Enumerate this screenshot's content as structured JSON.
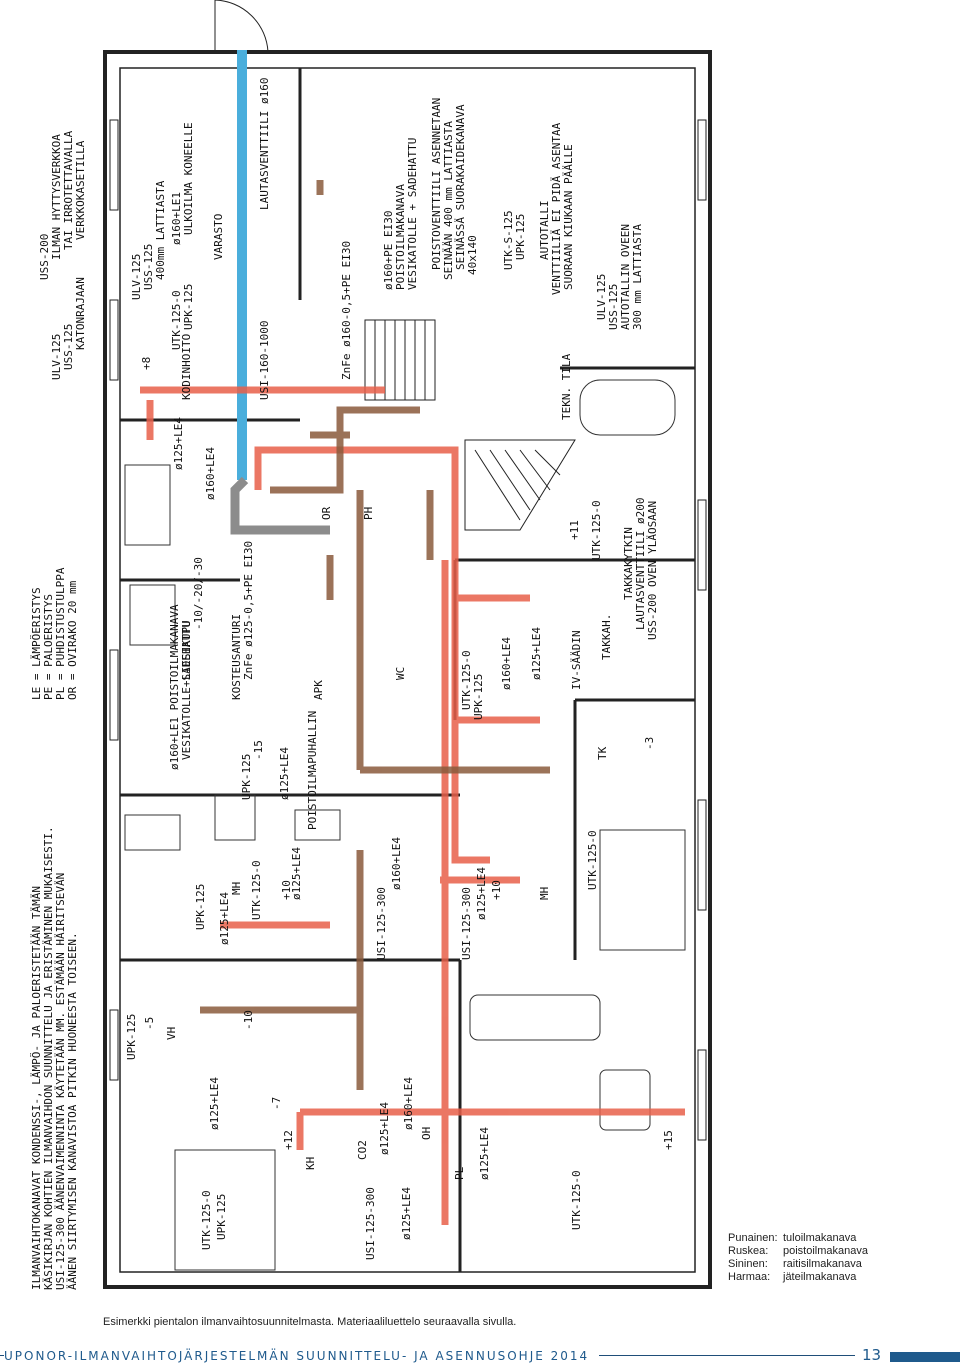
{
  "plan": {
    "notes_left": [
      "ILMANVAIHTOKANAVAT KONDENSSI-, LÄMPÖ- JA PALOERISTETÄÄN TÄMÄN",
      "KÄSIKIRJAN KOHTIEN ILMANVAIHDON SUUNNITTELU JA ERISTÄMINEN MUKAISESTI.",
      "USI-125-300 ÄÄNENVAIMENNINTA KÄYTETÄÄN MM. ESTÄMÄÄN HÄIRITSEVÄN",
      "ÄÄNEN SIIRTYMISEN KANAVISTOA PITKIN HUONEESTA TOISEEN."
    ],
    "abbrev": [
      "LE = LÄMPÖERISTYS",
      "PE = PALOERISTYS",
      "PL = PUHDISTUSTULPPA",
      "OR = OVIRAKO 20 mm"
    ],
    "labels": [
      "USS-200",
      "ILMAN HYTTYSVERKKOA",
      "TAI IRROTETTAVALLA",
      "VERKKOKASETILLA",
      "ULV-125",
      "USS-125",
      "KATONRAJAAN",
      "ULV-125",
      "USS-125",
      "400mm LATTIASTA",
      "ø160+LE1",
      "ULKOILMA KONEELLE",
      "LAUTASVENTTIILI ø160",
      "POISTOVENTTIILI ASENNETAAN",
      "SEINÄÄN 400 mm LATTIASTA",
      "SEINÄSSÄ SUORAKAIDEKANAVA",
      "40x140",
      "ø160+PE EI30",
      "POISTOILMAKANAVA",
      "VESIKATOLLE + SADEHATTU",
      "ZnFe ø160-0,5+PE EI30",
      "AUTOTALLI",
      "VENTTIILIÄ EI PIDÄ ASENTAA",
      "SUORAAN KIUKAAN PÄÄLLE",
      "UTK-S-125",
      "UPK-125",
      "ULV-125",
      "USS-125",
      "AUTOTALLIN OVEEN",
      "300 mm LATTIASTA",
      "TEKN. TILA",
      "VARASTO",
      "UTK-125-0",
      "UPK-125",
      "USI-160-1000",
      "KODINHOITO",
      "+8",
      "ø125+LE4",
      "ø160+LE4",
      "TAKKAKYTKIN",
      "LAUTASVENTTIILI ø200",
      "USS-200 OVEN YLÄOSAAN",
      "UTK-125-0",
      "+11",
      "ø160+LE1 POISTOILMAKANAVA",
      "VESIKATOLLE+SADEHATTU",
      "LIESIKUPU",
      "-10/-20/-30",
      "KOSTEUSANTURI",
      "ZnFe ø125-0,5+PE EI30",
      "UPK-125",
      "-15",
      "ø125+LE4",
      "APK",
      "POISTOILMAPUHALLIN",
      "IV-SÄÄDIN",
      "TAKKAH.",
      "UTK-125-0",
      "UPK-125",
      "ø160+LE4",
      "ø125+LE4",
      "TK",
      "-3",
      "UPK-125",
      "ø125+LE4",
      "MH",
      "UTK-125-0",
      "+10",
      "ø125+LE4",
      "USI-125-300",
      "ø160+LE4",
      "USI-125-300",
      "+10",
      "ø125+LE4",
      "MH",
      "UTK-125-0",
      "UPK-125",
      "-5",
      "VH",
      "-10",
      "ø125+LE4",
      "-7",
      "+12",
      "KH",
      "OH",
      "CO2",
      "ø125+LE4",
      "ø160+LE4",
      "UTK-125-0",
      "UPK-125",
      "USI-125-300",
      "ø125+LE4",
      "PL",
      "+15",
      "ø125+LE4",
      "UTK-125-0",
      "WC",
      "PH",
      "OR"
    ]
  },
  "legend": [
    {
      "key": "Punainen:",
      "value": "tuloilmakanava"
    },
    {
      "key": "Ruskea:",
      "value": "poistoilmakanava"
    },
    {
      "key": "Sininen:",
      "value": "raitisilmakanava"
    },
    {
      "key": "Harmaa:",
      "value": "jäteilmakanava"
    }
  ],
  "caption": "Esimerkki pientalon ilmanvaihtosuunnitelmasta. Materiaaliluettelo seuraavalla sivulla.",
  "footer": {
    "title": "UPONOR-ILMANVAIHTOJÄRJESTELMÄN SUUNNITTELU- JA ASENNUSOHJE 2014",
    "page": "13"
  },
  "colors": {
    "supply": "#e8604a",
    "extract": "#8a5a3c",
    "fresh": "#4aaedc",
    "exhaust": "#8c8c8c",
    "wall": "#222222",
    "accent": "#1f5a8c"
  }
}
